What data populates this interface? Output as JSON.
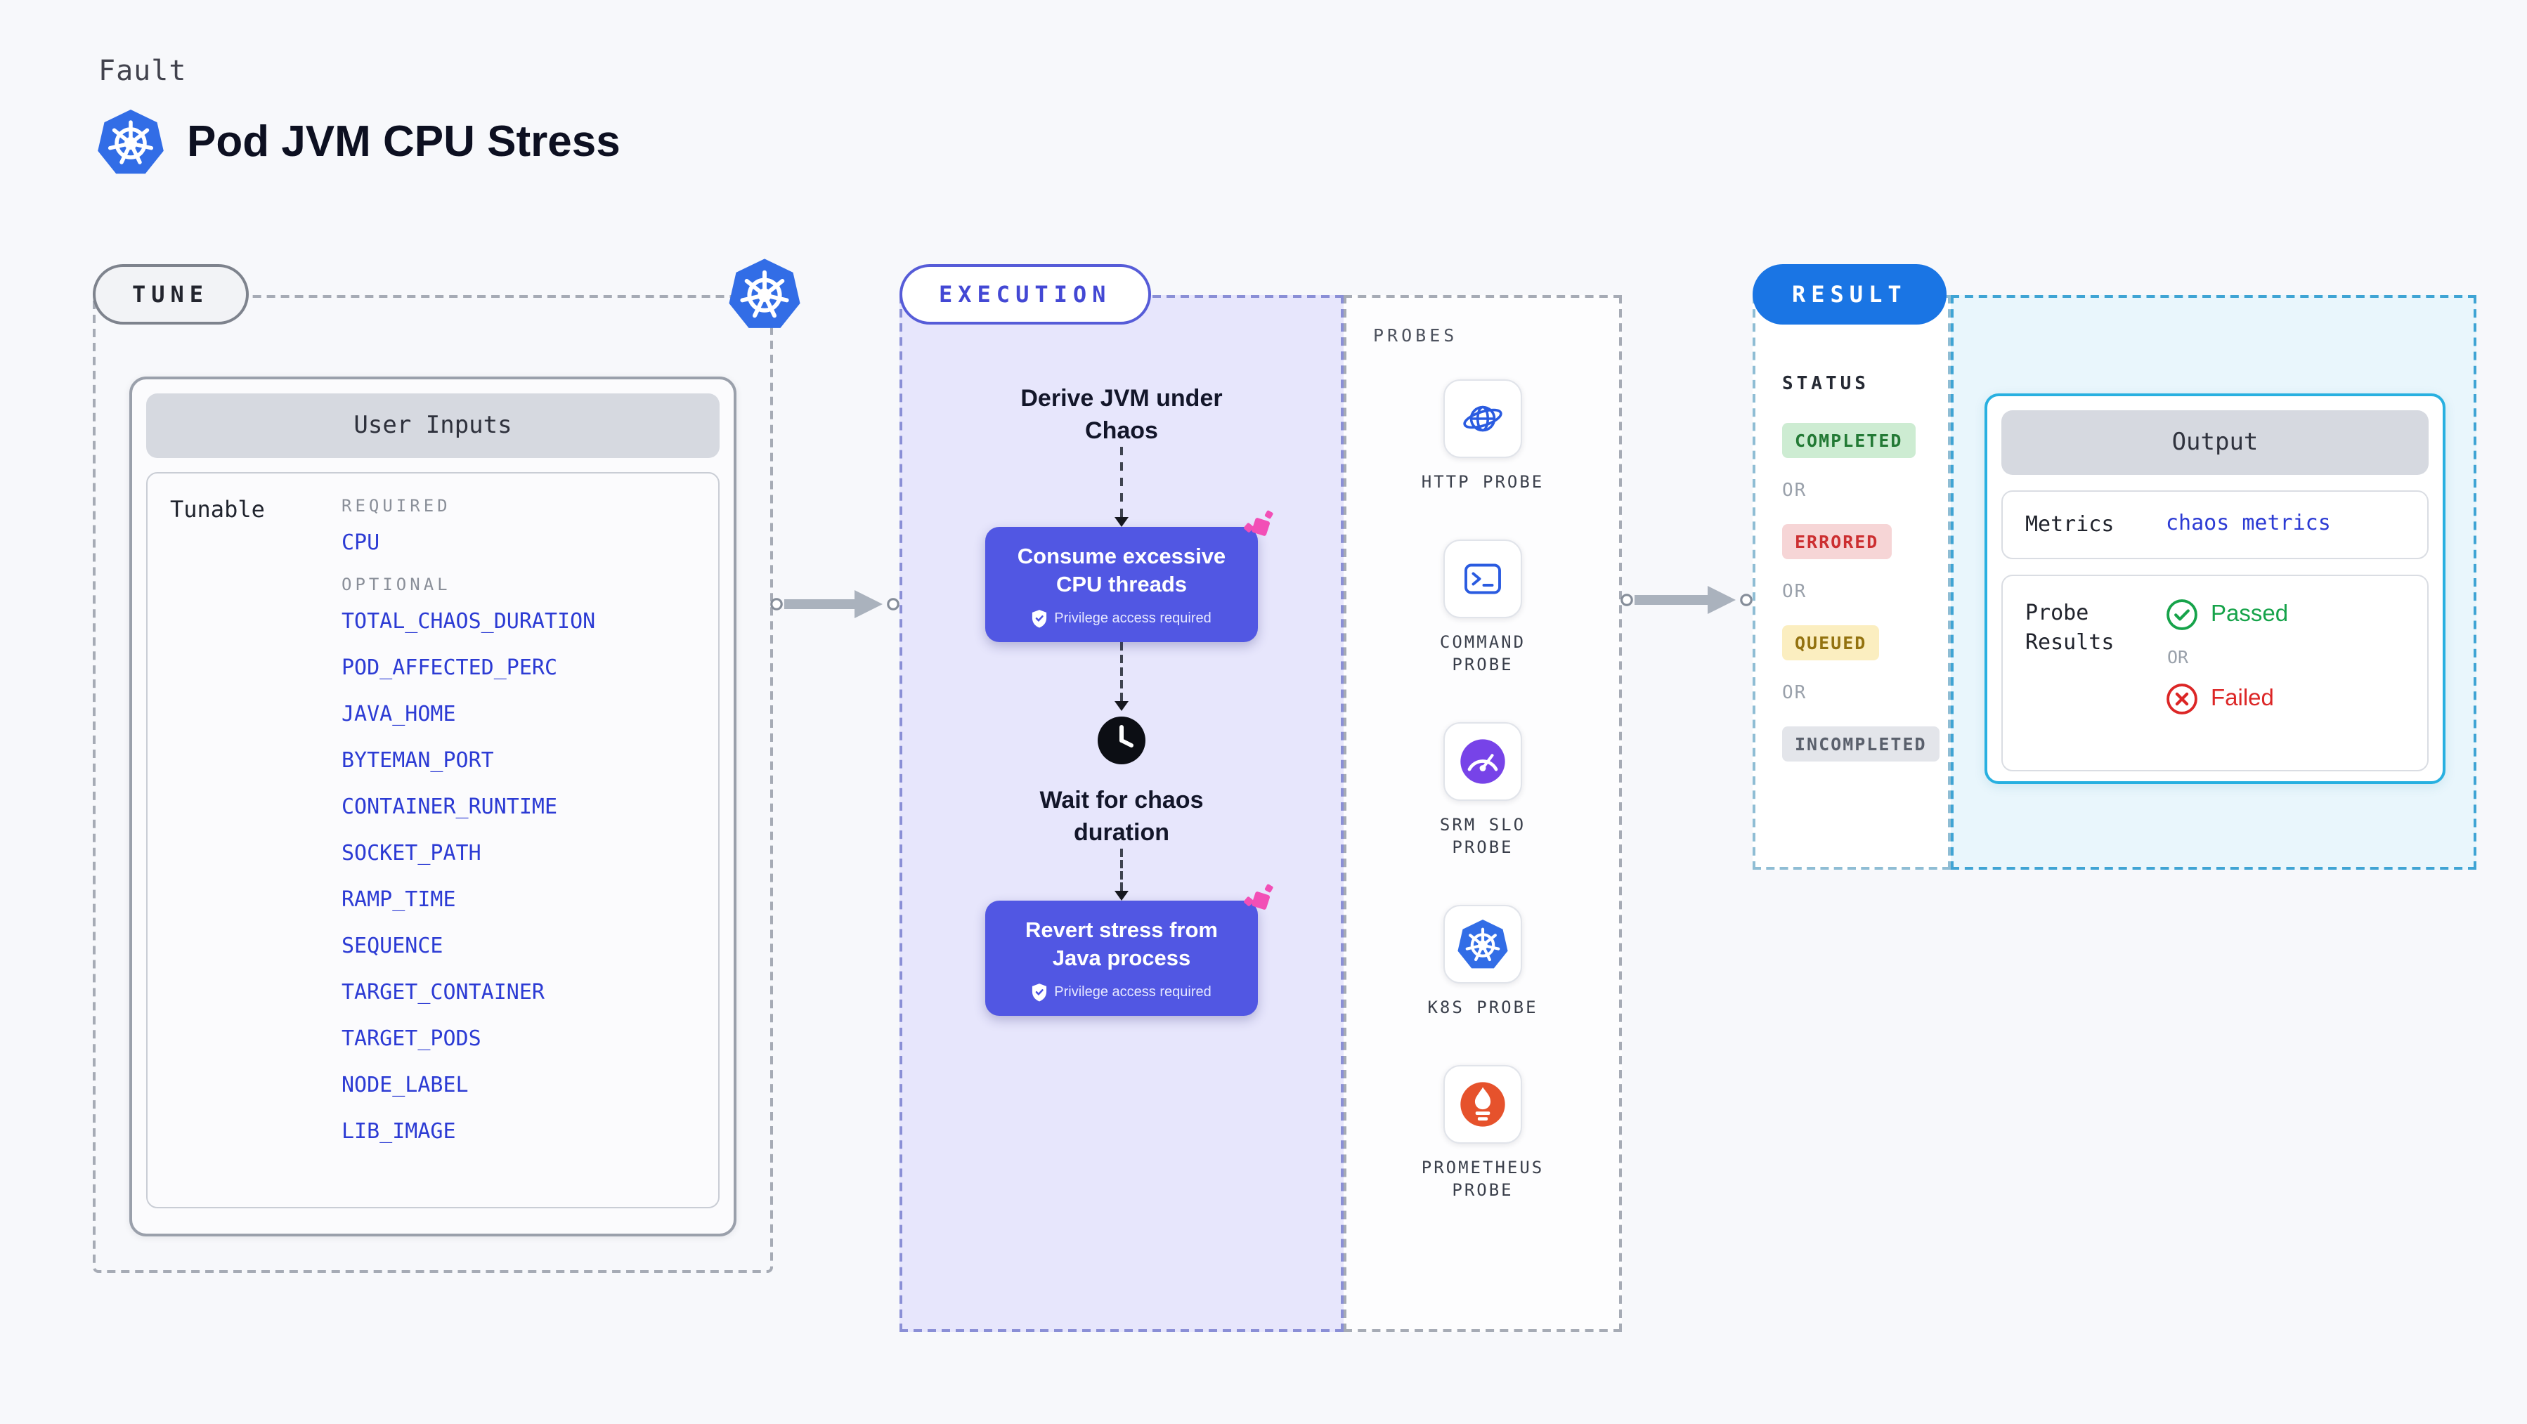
{
  "page": {
    "kicker": "Fault",
    "title": "Pod JVM CPU Stress"
  },
  "tune": {
    "label": "TUNE",
    "card_title": "User Inputs",
    "tunable_label": "Tunable",
    "required_label": "REQUIRED",
    "optional_label": "OPTIONAL",
    "required_params": [
      "CPU"
    ],
    "optional_params": [
      "TOTAL_CHAOS_DURATION",
      "POD_AFFECTED_PERC",
      "JAVA_HOME",
      "BYTEMAN_PORT",
      "CONTAINER_RUNTIME",
      "SOCKET_PATH",
      "RAMP_TIME",
      "SEQUENCE",
      "TARGET_CONTAINER",
      "TARGET_PODS",
      "NODE_LABEL",
      "LIB_IMAGE"
    ]
  },
  "execution": {
    "label": "EXECUTION",
    "derive_step": "Derive JVM under Chaos",
    "consume_action": "Consume excessive CPU threads",
    "wait_step": "Wait for chaos duration",
    "revert_action": "Revert stress from Java process",
    "privilege_badge": "Privilege access required"
  },
  "probes": {
    "label": "PROBES",
    "items": [
      {
        "name": "HTTP PROBE",
        "icon": "http-probe-icon"
      },
      {
        "name": "COMMAND PROBE",
        "icon": "command-probe-icon"
      },
      {
        "name": "SRM SLO PROBE",
        "icon": "srm-slo-probe-icon"
      },
      {
        "name": "K8S PROBE",
        "icon": "k8s-probe-icon"
      },
      {
        "name": "PROMETHEUS PROBE",
        "icon": "prometheus-probe-icon"
      }
    ]
  },
  "result": {
    "label": "RESULT",
    "status_label": "STATUS",
    "or_label": "OR",
    "statuses": [
      {
        "label": "COMPLETED",
        "bg": "#cdecd2",
        "color": "#237a35"
      },
      {
        "label": "ERRORED",
        "bg": "#f6d5d6",
        "color": "#cc2f31"
      },
      {
        "label": "QUEUED",
        "bg": "#fbeec0",
        "color": "#93720f"
      },
      {
        "label": "INCOMPLETED",
        "bg": "#e3e5ea",
        "color": "#5a606c"
      }
    ],
    "output": {
      "title": "Output",
      "metrics_label": "Metrics",
      "metrics_value": "chaos metrics",
      "probe_results_label": "Probe Results",
      "passed_label": "Passed",
      "failed_label": "Failed"
    }
  },
  "colors": {
    "background": "#f7f8fb",
    "param_link_blue": "#2c3bd4",
    "action_purple": "#5157e3",
    "execution_bg": "#e7e6fc",
    "chaos_pink": "#f24fb6",
    "result_pill_blue": "#1a75e4",
    "result_bg": "#e9f6fc",
    "output_border_cyan": "#28b0e0",
    "passed_green": "#16a34a",
    "failed_red": "#dc2626",
    "k8s_blue": "#326de6",
    "srm_purple": "#7743e8",
    "prometheus_orange": "#e6522c"
  }
}
